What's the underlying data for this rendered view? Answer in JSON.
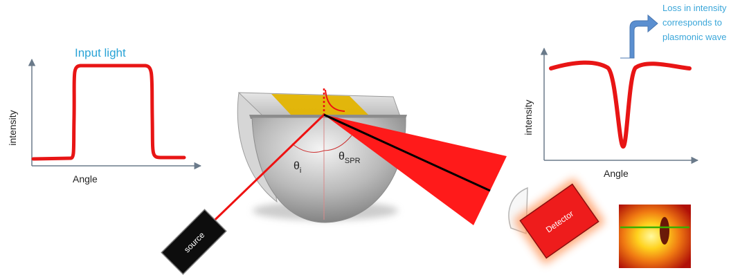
{
  "left_graph": {
    "title": "Input light",
    "title_color": "#29a3d6",
    "ylabel": "intensity",
    "xlabel": "Angle",
    "curve_color": "#e81515"
  },
  "right_graph": {
    "ylabel": "intensity",
    "xlabel": "Angle",
    "curve_color": "#e81515"
  },
  "callout": {
    "lines": [
      "Loss in intensity",
      "corresponds to",
      "plasmonic wave"
    ],
    "text_color": "#3aa6d9",
    "arrow_color": "#5b8fd0"
  },
  "setup": {
    "source_label": "source",
    "detector_label": "Detector",
    "theta_i": "θ",
    "theta_i_sub": "i",
    "theta_spr": "θ",
    "theta_spr_sub": "SPR",
    "gold_color": "#e3b400",
    "beam_color": "#ff1a1a"
  }
}
